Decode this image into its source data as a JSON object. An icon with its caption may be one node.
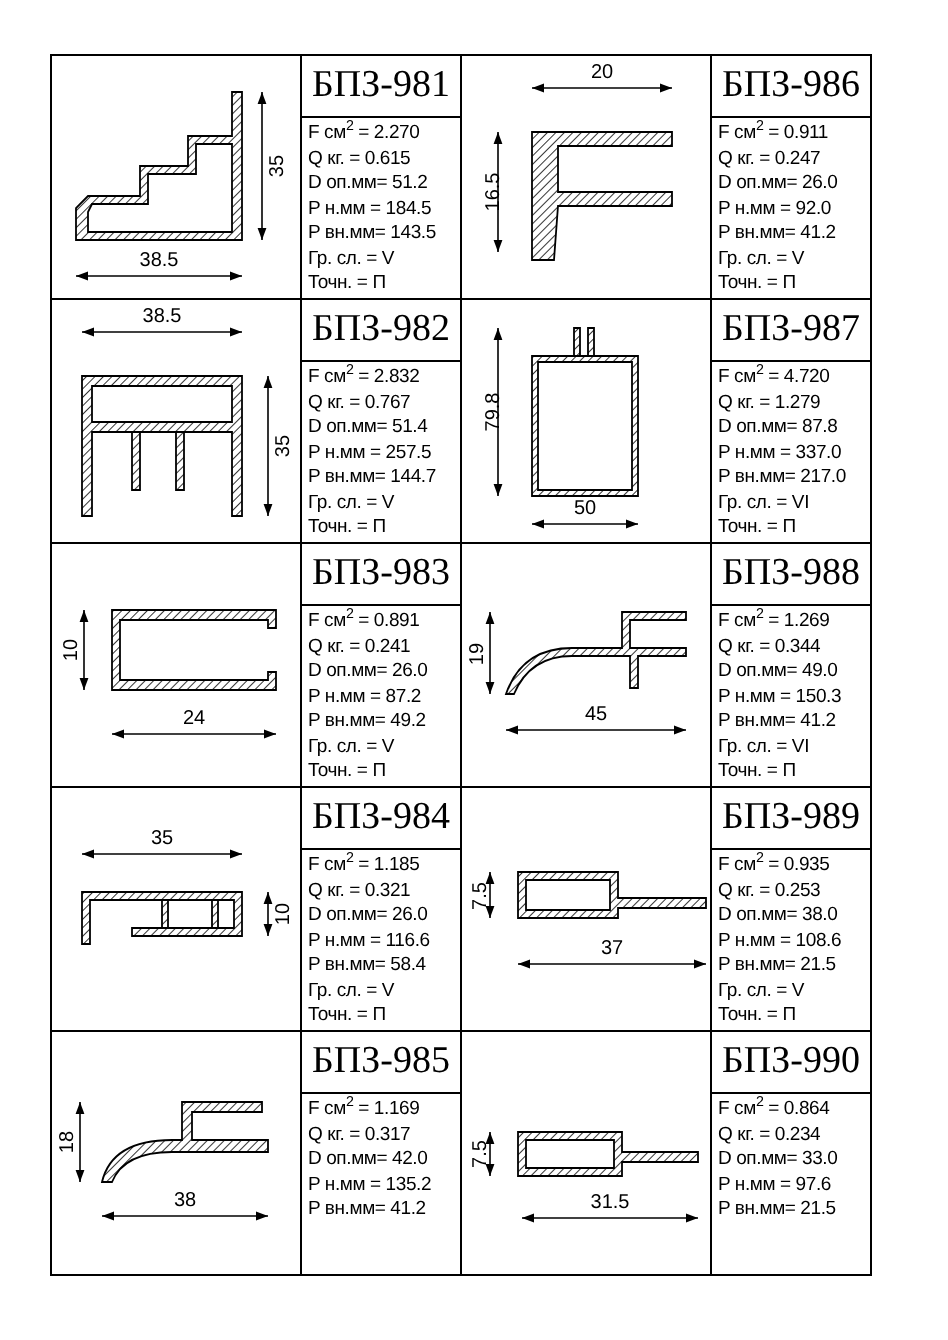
{
  "diagram": {
    "labels": [
      "БПЗ-981",
      "F см$^{2}$ = 2.270",
      "Q кг. = 0.615",
      "D оп.мм= 51.2",
      "P н.мм = 184.5",
      "P вн.мм= 143.5",
      "Гр. сл. = V",
      "Точн. = П",
      "35",
      "38.5",
      "БПЗ-986",
      "F см$^{2}$ = 0.911",
      "Q кг. = 0.247",
      "D оп.мм= 26.0",
      "P н.мм = 92.0",
      "P вн.мм= 41.2",
      "Гр. сл. = V",
      "Точн. = П",
      "20",
      "16.5",
      "БПЗ-982",
      "F см$^{2}$ = 2.832",
      "Q кг. = 0.767",
      "D оп.мм= 51.4",
      "P н.мм = 257.5",
      "P вн.мм= 144.7",
      "Гр. сл. = V",
      "Точн. = П",
      "38.5",
      "35",
      "БПЗ-987",
      "F см$^{2}$ = 4.720",
      "Q кг. = 1.279",
      "D оп.мм= 87.8",
      "P н.мм = 337.0",
      "P вн.мм= 217.0",
      "Гр. сл. = VI",
      "Точн. = П",
      "79.8",
      "50",
      "БПЗ-983",
      "F см$^{2}$ = 0.891",
      "Q кг. = 0.241",
      "D оп.мм= 26.0",
      "P н.мм = 87.2",
      "P вн.мм= 49.2",
      "Гр. сл. = V",
      "Точн. = П",
      "10",
      "24",
      "БПЗ-988",
      "F см$^{2}$ = 1.269",
      "Q кг. = 0.344",
      "D оп.мм= 49.0",
      "P н.мм = 150.3",
      "P вн.мм= 41.2",
      "Гр. сл. = VI",
      "Точн. = П",
      "19",
      "45",
      "БПЗ-984",
      "F см$^{2}$ = 1.185",
      "Q кг. = 0.321",
      "D оп.мм= 26.0",
      "P н.мм = 116.6",
      "P вн.мм= 58.4",
      "Гр. сл. = V",
      "Точн. = П",
      "35",
      "10",
      "БПЗ-989",
      "F см$^{2}$ = 0.935",
      "Q кг. = 0.253",
      "D оп.мм= 38.0",
      "P н.мм = 108.6",
      "P вн.мм= 21.5",
      "Гр. сл. = V",
      "Точн. = П",
      "7.5",
      "37",
      "БПЗ-985",
      "F см$^{2}$ = 1.169",
      "Q кг. = 0.317",
      "D оп.мм= 42.0",
      "P н.мм = 135.2",
      "P вн.мм= 41.2",
      "18",
      "38",
      "БПЗ-990",
      "F см$^{2}$ = 0.864",
      "Q кг. = 0.234",
      "D оп.мм= 33.0",
      "P н.мм = 97.6",
      "P вн.мм= 21.5",
      "7.5",
      "31.5"
    ]
  }
}
